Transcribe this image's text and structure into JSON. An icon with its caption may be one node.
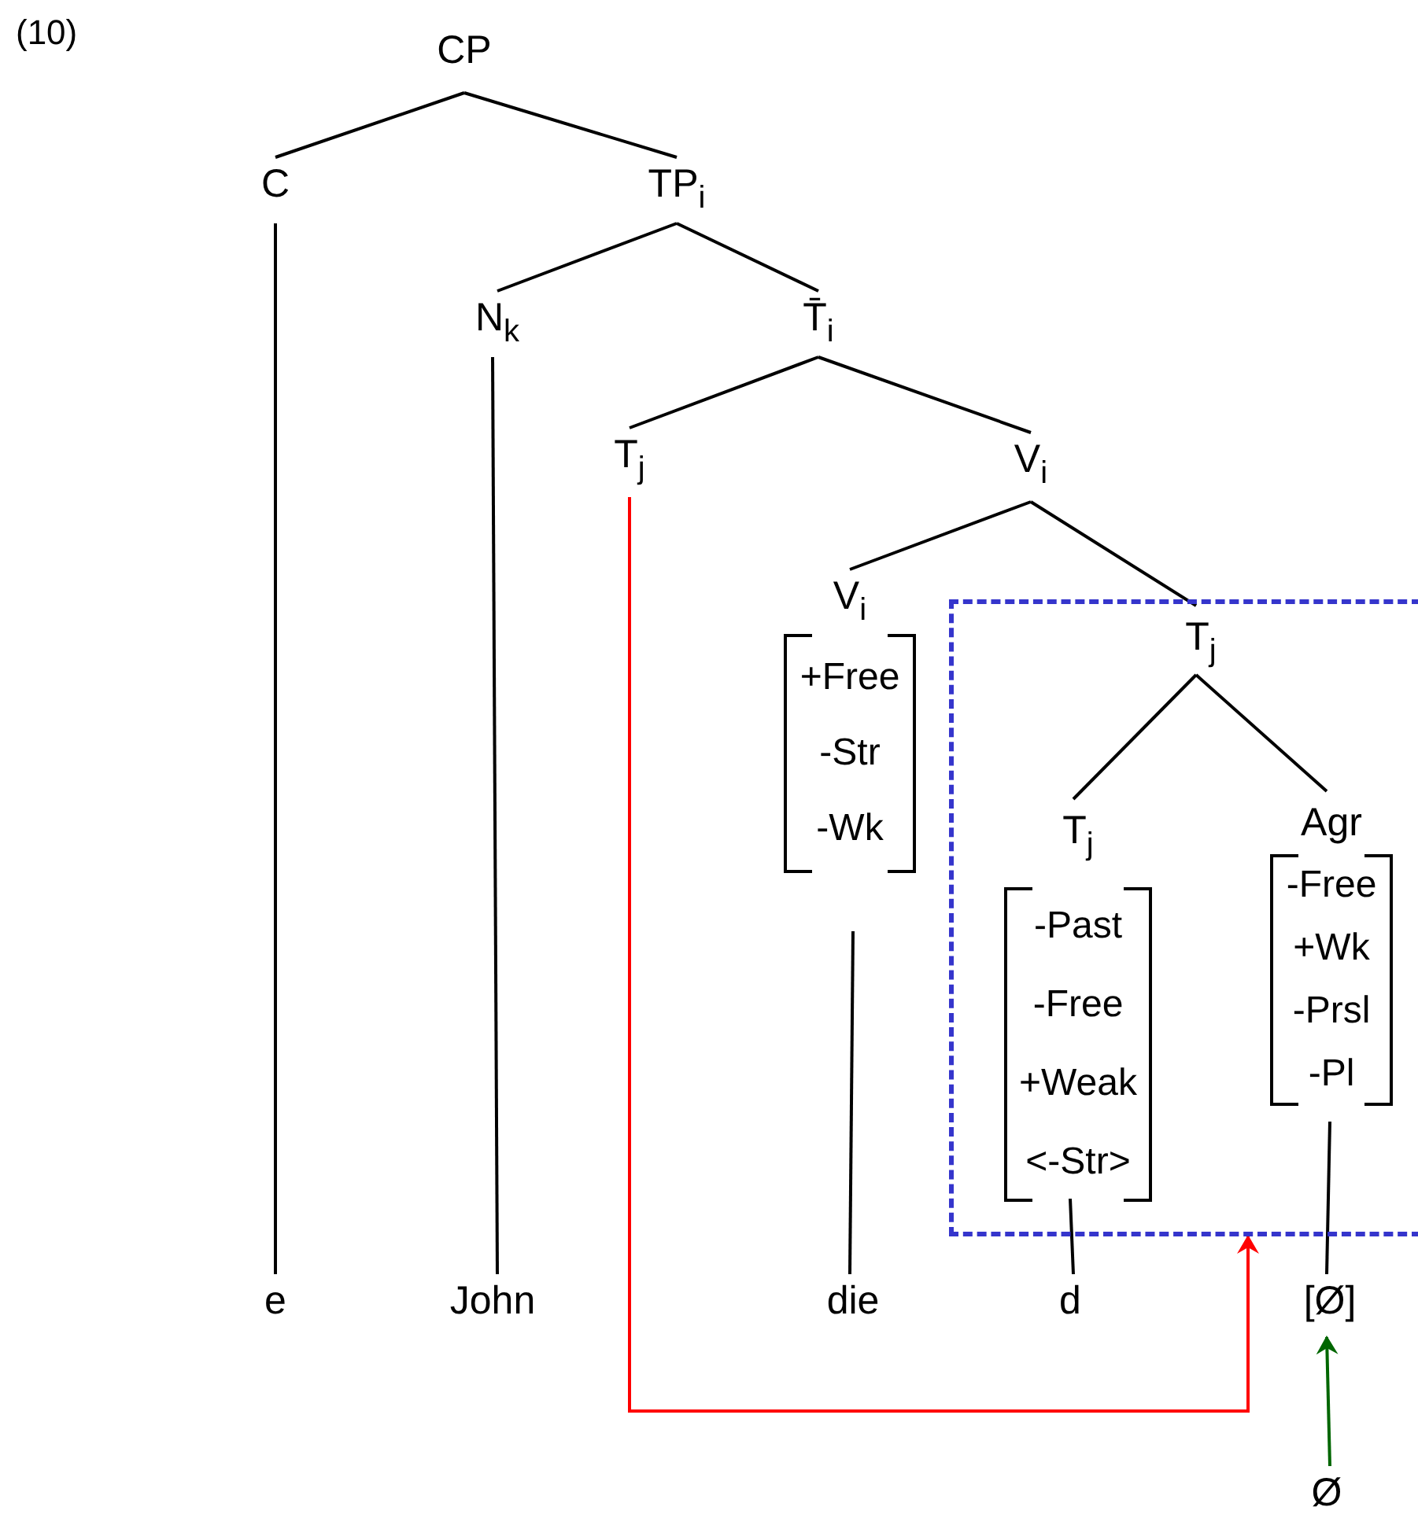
{
  "diagram": {
    "nodes": [
      {
        "text": [
          "CP"
        ]
      },
      {
        "text": [
          "C"
        ]
      },
      {
        "text": [
          "TP$_{i}$"
        ]
      },
      {
        "text": [
          "N$_{k}$"
        ]
      },
      {
        "text": [
          "T̄$_{i}$"
        ]
      },
      {
        "text": [
          "T$_{j}$"
        ]
      },
      {
        "text": [
          "V$_{i}$"
        ]
      },
      {
        "text": [
          "V$_{i}$",
          "+Free",
          "-Str",
          "-Wk"
        ]
      },
      {
        "text": [],
        "shape": "box"
      },
      {
        "text": [
          "T$_{j}$"
        ],
        "in": 8
      },
      {
        "text": [
          "T$_{j}$",
          "-Past",
          "-Free",
          "+Weak",
          "<-Str>"
        ],
        "in": 8
      },
      {
        "text": [
          "Agr",
          "-Free",
          "+Wk",
          "-Prsl",
          "-Pl"
        ],
        "in": 8
      },
      {
        "text": [
          "e"
        ]
      },
      {
        "text": [
          "John"
        ]
      },
      {
        "text": [
          "die"
        ]
      },
      {
        "text": [
          "d"
        ]
      },
      {
        "text": [
          "[Ø]"
        ]
      },
      {
        "text": [
          "Ø"
        ]
      }
    ],
    "edges": [
      {
        "from": 0,
        "to": 1,
        "arrow": "none"
      },
      {
        "from": 0,
        "to": 2,
        "arrow": "none"
      },
      {
        "from": 2,
        "to": 3,
        "arrow": "none"
      },
      {
        "from": 2,
        "to": 4,
        "arrow": "none"
      },
      {
        "from": 4,
        "to": 5,
        "arrow": "none"
      },
      {
        "from": 4,
        "to": 6,
        "arrow": "none"
      },
      {
        "from": 6,
        "to": 7,
        "arrow": "none"
      },
      {
        "from": 6,
        "to": 9,
        "arrow": "none"
      },
      {
        "from": 9,
        "to": 10,
        "arrow": "none"
      },
      {
        "from": 9,
        "to": 11,
        "arrow": "none"
      },
      {
        "from": 1,
        "to": 12,
        "arrow": "none"
      },
      {
        "from": 3,
        "to": 13,
        "arrow": "none"
      },
      {
        "from": 7,
        "to": 14,
        "arrow": "none"
      },
      {
        "from": 10,
        "to": 15,
        "arrow": "none"
      },
      {
        "from": 11,
        "to": 16,
        "arrow": "none"
      },
      {
        "from": 5,
        "to": 8,
        "arrow": "to",
        "color": "#ff0000"
      },
      {
        "from": 17,
        "to": 16,
        "arrow": "to",
        "color": "#006600"
      }
    ],
    "labels": [
      "(10)"
    ]
  }
}
